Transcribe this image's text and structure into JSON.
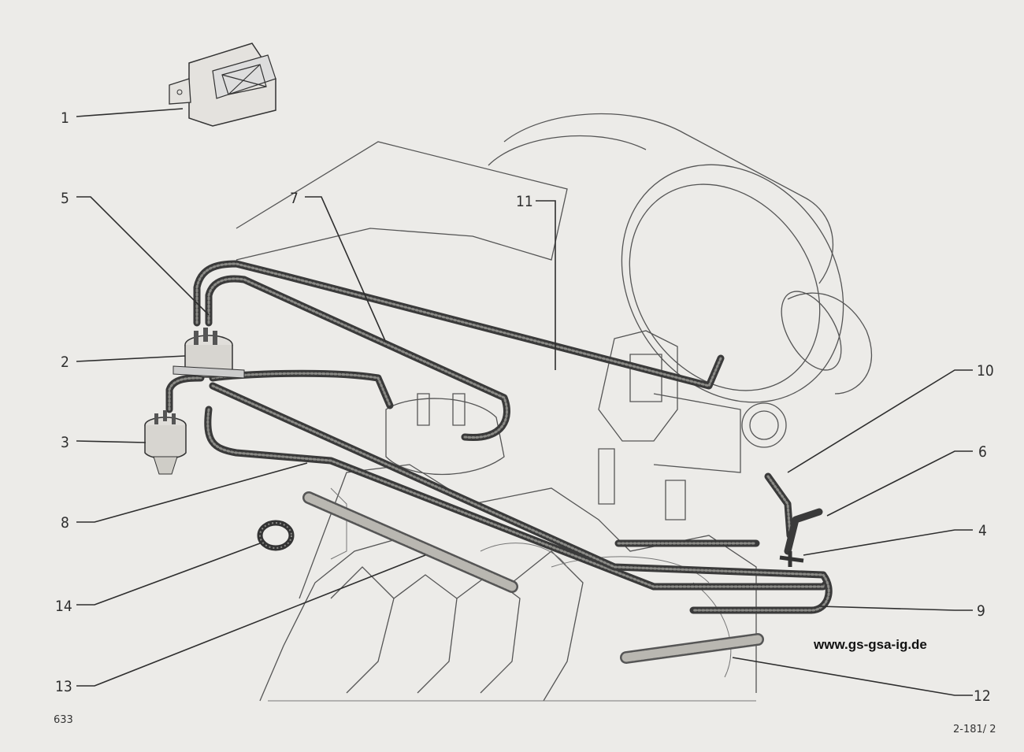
{
  "callouts": {
    "c1": "1",
    "c2": "2",
    "c3": "3",
    "c4": "4",
    "c5": "5",
    "c6": "6",
    "c7": "7",
    "c8": "8",
    "c9": "9",
    "c10": "10",
    "c11": "11",
    "c12": "12",
    "c13": "13",
    "c14": "14"
  },
  "watermark": "www.gs-gsa-ig.de",
  "plate_number": "633",
  "page_reference": "2-181/ 2"
}
